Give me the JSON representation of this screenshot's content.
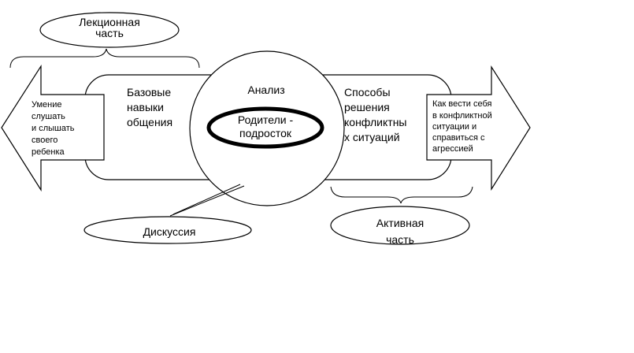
{
  "lecture_label": [
    "Лекционная",
    "часть"
  ],
  "active_label": [
    "Активная",
    "часть"
  ],
  "discussion_label": "Дискуссия",
  "left_arrow_text": [
    "Умение",
    "слушать",
    "и слышать",
    "своего",
    "ребенка"
  ],
  "right_arrow_text": [
    "Как вести себя",
    "в конфликтной",
    "ситуации и",
    "справиться с",
    "агрессией"
  ],
  "base_skills_text": [
    "Базовые",
    "навыки",
    "общения"
  ],
  "methods_text": [
    "Способы",
    "решения",
    "конфликтны",
    "х ситуаций"
  ],
  "analysis_label": "Анализ",
  "center_text": [
    "Родители -",
    "подросток"
  ]
}
